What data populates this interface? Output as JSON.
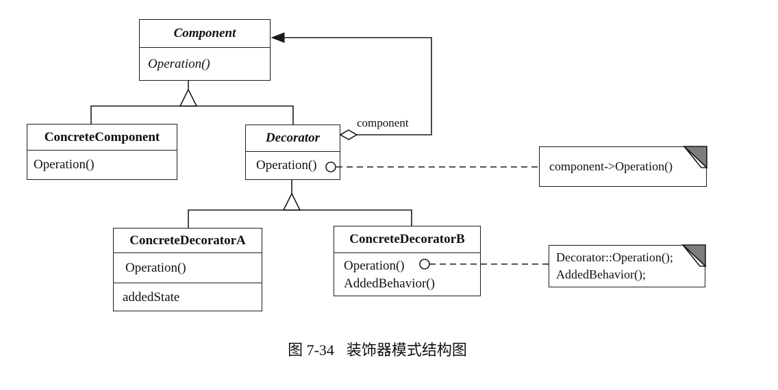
{
  "classes": {
    "component": {
      "name": "Component",
      "operations": [
        "Operation()"
      ]
    },
    "concrete_component": {
      "name": "ConcreteComponent",
      "operations": [
        "Operation()"
      ]
    },
    "decorator": {
      "name": "Decorator",
      "operations": [
        "Operation()"
      ]
    },
    "concrete_decorator_a": {
      "name": "ConcreteDecoratorA",
      "operations": [
        "Operation()"
      ],
      "attributes": [
        "addedState"
      ]
    },
    "concrete_decorator_b": {
      "name": "ConcreteDecoratorB",
      "operations": [
        "Operation()",
        "AddedBehavior()"
      ]
    }
  },
  "notes": {
    "decorator_operation_note": {
      "lines": [
        "component->Operation()"
      ]
    },
    "decorator_b_operation_note": {
      "lines": [
        "Decorator::Operation();",
        "AddedBehavior();"
      ]
    }
  },
  "relationships": {
    "aggregation_label": "component"
  },
  "caption": {
    "figure_label": "图 7-34",
    "figure_title": "装饰器模式结构图"
  },
  "colors": {
    "stroke": "#1a1a1a",
    "note_fold_fill": "#7d7d7d",
    "background": "#ffffff"
  }
}
